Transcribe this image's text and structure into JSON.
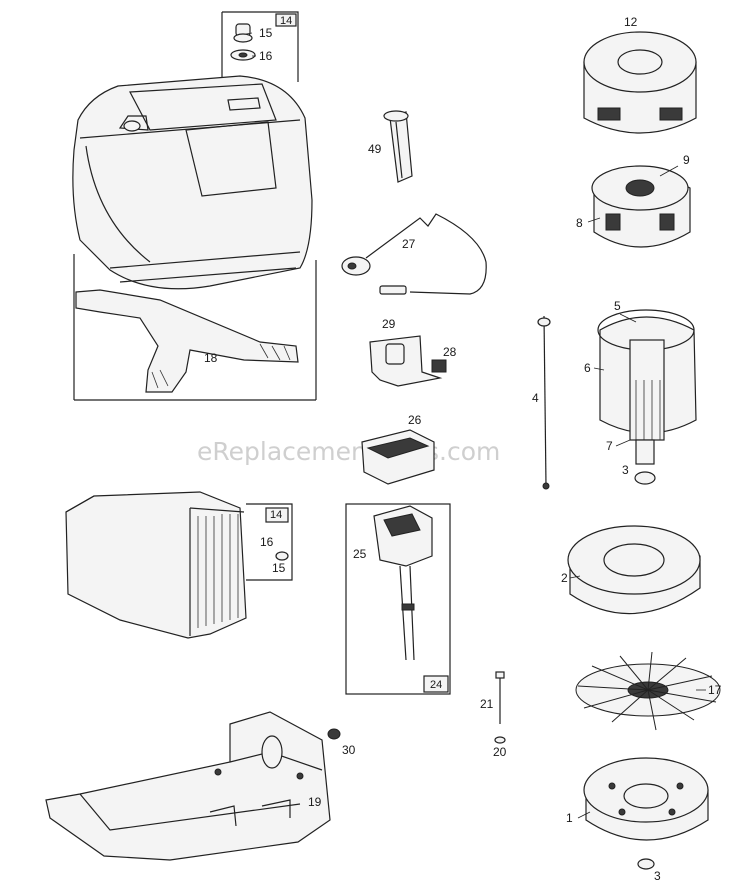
{
  "watermark": "eReplacementParts.com",
  "callouts": {
    "c1": "1",
    "c2": "2",
    "c3a": "3",
    "c3b": "3",
    "c4": "4",
    "c5": "5",
    "c6": "6",
    "c7": "7",
    "c8": "8",
    "c9": "9",
    "c12": "12",
    "c14a": "14",
    "c14b": "14",
    "c15a": "15",
    "c15b": "15",
    "c16a": "16",
    "c16b": "16",
    "c17": "17",
    "c18": "18",
    "c19": "19",
    "c20": "20",
    "c21": "21",
    "c24": "24",
    "c25": "25",
    "c26": "26",
    "c27": "27",
    "c28": "28",
    "c29": "29",
    "c30": "30",
    "c49": "49"
  }
}
